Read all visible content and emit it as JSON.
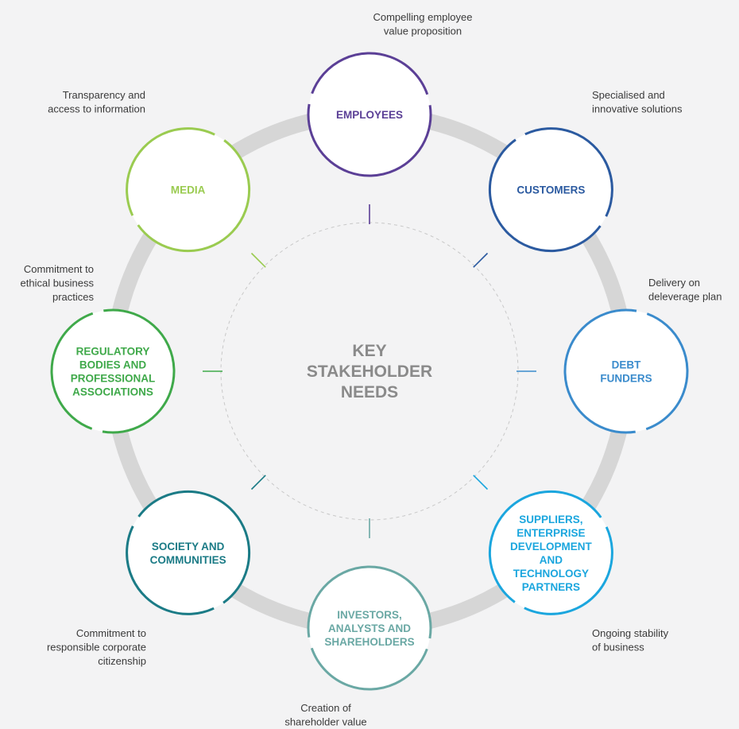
{
  "center": {
    "lines": [
      "KEY",
      "STAKEHOLDER",
      "NEEDS"
    ],
    "color": "#8a8a8a"
  },
  "stakeholders": [
    {
      "id": "employees",
      "label": [
        "EMPLOYEES"
      ],
      "color": "#5b3f96",
      "need": [
        "Compelling employee",
        "value proposition"
      ]
    },
    {
      "id": "customers",
      "label": [
        "CUSTOMERS"
      ],
      "color": "#2b5aa0",
      "need": [
        "Specialised and",
        "innovative solutions"
      ]
    },
    {
      "id": "debt-funders",
      "label": [
        "DEBT",
        "FUNDERS"
      ],
      "color": "#3a8bcc",
      "need": [
        "Delivery on",
        "deleverage plan"
      ]
    },
    {
      "id": "suppliers",
      "label": [
        "SUPPLIERS,",
        "ENTERPRISE",
        "DEVELOPMENT",
        "AND",
        "TECHNOLOGY",
        "PARTNERS"
      ],
      "color": "#1ba6de",
      "need": [
        "Ongoing stability",
        "of business"
      ]
    },
    {
      "id": "investors",
      "label": [
        "INVESTORS,",
        "ANALYSTS AND",
        "SHAREHOLDERS"
      ],
      "color": "#6aa8a4",
      "need": [
        "Creation of",
        "shareholder value"
      ]
    },
    {
      "id": "society",
      "label": [
        "SOCIETY AND",
        "COMMUNITIES"
      ],
      "color": "#1b7b86",
      "need": [
        "Commitment to",
        "responsible corporate",
        "citizenship"
      ]
    },
    {
      "id": "regulatory",
      "label": [
        "REGULATORY",
        "BODIES AND",
        "PROFESSIONAL",
        "ASSOCIATIONS"
      ],
      "color": "#3fa94a",
      "need": [
        "Commitment to",
        "ethical business",
        "practices"
      ]
    },
    {
      "id": "media",
      "label": [
        "MEDIA"
      ],
      "color": "#9acb50",
      "need": [
        "Transparency and",
        "access to information"
      ]
    }
  ],
  "ring_color": "#d6d6d6"
}
